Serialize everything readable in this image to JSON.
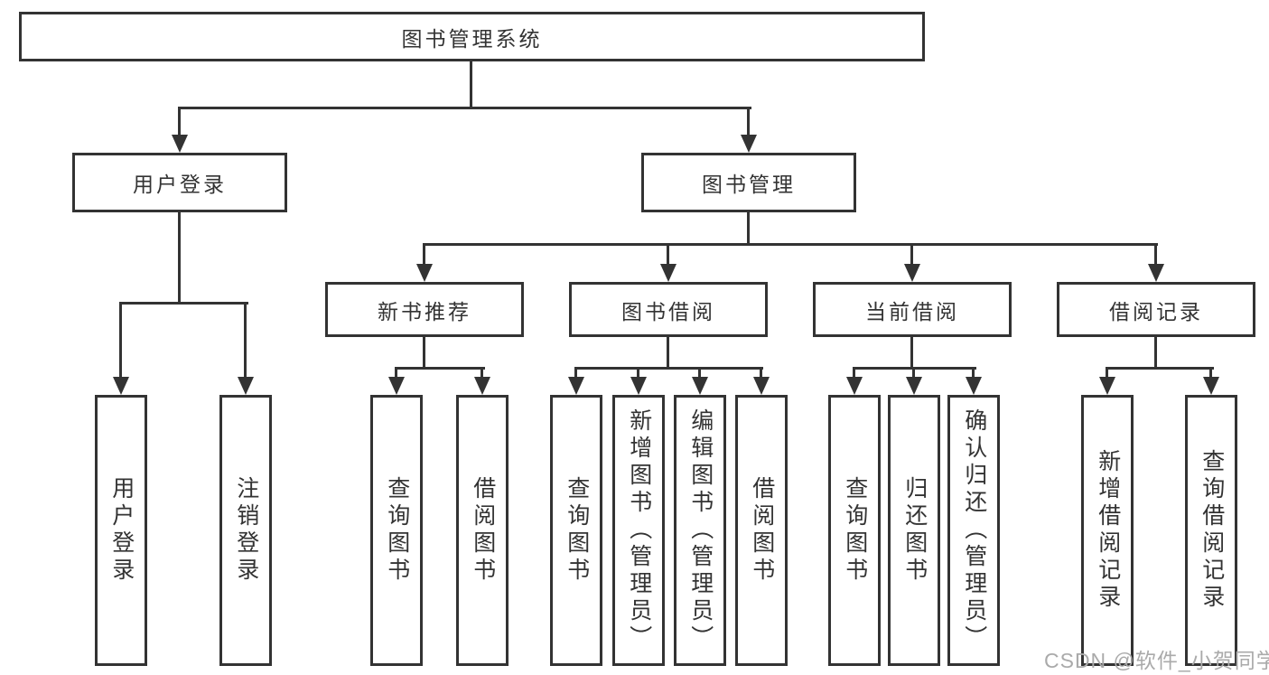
{
  "diagram": {
    "title": "图书管理系统",
    "branches": {
      "user_login": {
        "label": "用户登录",
        "children": [
          "用户登录",
          "注销登录"
        ]
      },
      "book_mgmt": {
        "label": "图书管理"
      }
    },
    "modules": {
      "new_book": {
        "label": "新书推荐",
        "children": [
          "查询图书",
          "借阅图书"
        ]
      },
      "book_borrow": {
        "label": "图书借阅",
        "children": [
          "查询图书",
          "新增图书（管理员）",
          "编辑图书（管理员）",
          "借阅图书"
        ]
      },
      "current_borrow": {
        "label": "当前借阅",
        "children": [
          "查询图书",
          "归还图书",
          "确认归还（管理员）"
        ]
      },
      "borrow_record": {
        "label": "借阅记录",
        "children": [
          "新增借阅记录",
          "查询借阅记录"
        ]
      }
    },
    "watermark": "CSDN @软件_小贺同学",
    "colors": {
      "line": "#333333",
      "box_border": "#333333",
      "text": "#333333",
      "watermark": "#aaaaaa",
      "background": "#ffffff"
    }
  }
}
